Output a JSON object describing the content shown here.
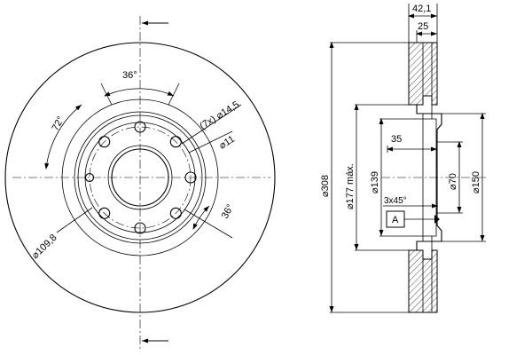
{
  "front_view": {
    "angle_top": "36°",
    "angle_left": "72°",
    "angle_right": "36°",
    "bolt_hole_label": "(7x) ⌀14,5",
    "pcd_label": "⌀11",
    "hub_pcd_label": "⌀109,8"
  },
  "section_view": {
    "width_total": "42,1",
    "width_hat": "25",
    "depth_hat": "35",
    "chamfer": "3x45°",
    "datum": "A",
    "dia_outer": "⌀308",
    "dia_friction_inner": "⌀177 máx.",
    "dia_hub": "⌀139",
    "dia_bore": "⌀70",
    "dia_hat": "⌀150"
  }
}
